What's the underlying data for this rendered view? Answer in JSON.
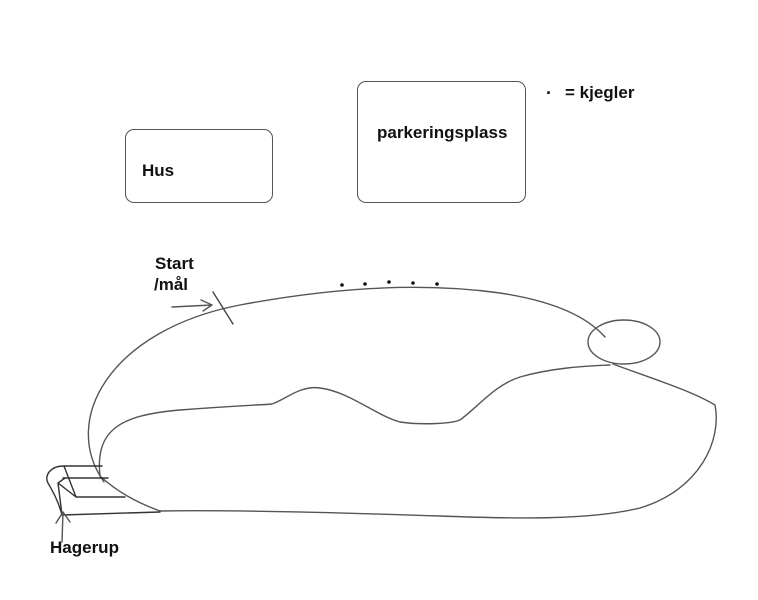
{
  "diagram": {
    "house": {
      "label": "Hus"
    },
    "parking": {
      "label": "parkeringsplass"
    },
    "legend": {
      "symbol": "·",
      "text": "= kjegler"
    },
    "start_finish": {
      "line1": "Start",
      "line2": "/mål"
    },
    "hagerup": {
      "label": "Hagerup"
    },
    "colors": {
      "stroke": "#555555",
      "text": "#111111",
      "background": "#ffffff"
    },
    "cones": {
      "count": 5
    }
  }
}
